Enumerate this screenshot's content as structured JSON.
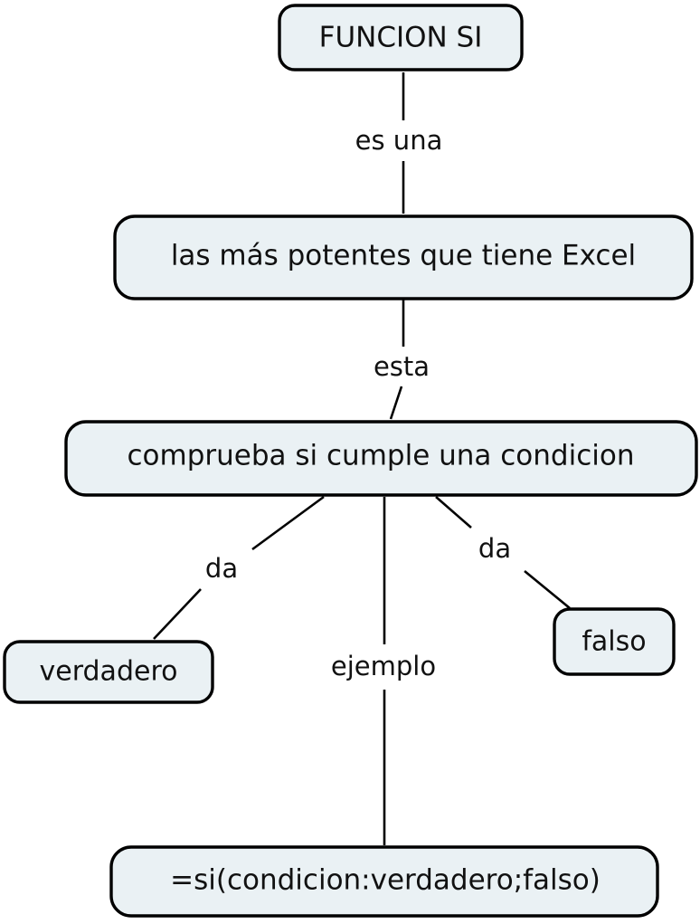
{
  "diagram": {
    "type": "concept-map",
    "title": "FUNCION SI",
    "background_color": "#ffffff",
    "node_fill": "#eaf1f4",
    "node_border": "#000000",
    "text_color": "#111111",
    "nodes": [
      {
        "id": "root",
        "label": "FUNCION SI"
      },
      {
        "id": "potentes",
        "label": "las más potentes que tiene Excel"
      },
      {
        "id": "comprueba",
        "label": "comprueba si cumple una condicion"
      },
      {
        "id": "verdadero",
        "label": "verdadero"
      },
      {
        "id": "falso",
        "label": "falso"
      },
      {
        "id": "formula",
        "label": "=si(condicion:verdadero;falso)"
      }
    ],
    "links": [
      {
        "id": "l1",
        "from": "root",
        "to": "potentes",
        "label": "es una"
      },
      {
        "id": "l2",
        "from": "potentes",
        "to": "comprueba",
        "label": "esta"
      },
      {
        "id": "l3",
        "from": "comprueba",
        "to": "verdadero",
        "label": "da"
      },
      {
        "id": "l4",
        "from": "comprueba",
        "to": "falso",
        "label": "da"
      },
      {
        "id": "l5",
        "from": "comprueba",
        "to": "formula",
        "label": "ejemplo"
      }
    ]
  }
}
